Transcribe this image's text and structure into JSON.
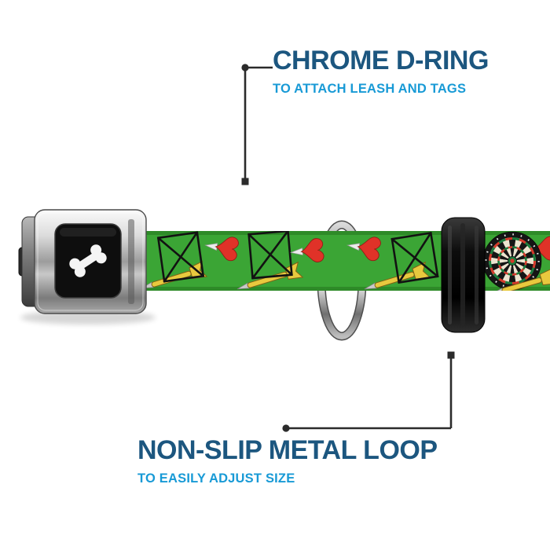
{
  "callouts": {
    "top": {
      "title": "CHROME D-RING",
      "subtitle": "TO ATTACH LEASH AND TAGS"
    },
    "bottom": {
      "title": "NON-SLIP METAL LOOP",
      "subtitle": "TO EASILY ADJUST SIZE"
    }
  },
  "icons": {
    "buckle_logo": "dog-bone",
    "pattern_items": [
      "dartboard",
      "dart",
      "dart-flight",
      "dart-cabinet"
    ]
  },
  "colors": {
    "title_navy": "#1c567f",
    "subtitle_blue": "#189ad6",
    "connector": "#2b2b2b",
    "webbing_green": "#3ba535",
    "webbing_edge": "#2e8a28",
    "dart_red": "#e03228",
    "dart_yellow": "#e8c93e",
    "board_black": "#151515",
    "board_cream": "#ece4cf",
    "board_red": "#d43a2a",
    "board_green": "#1a7c3c",
    "panel_black": "#0e0e0e",
    "bone_white": "#f4f4f4"
  }
}
